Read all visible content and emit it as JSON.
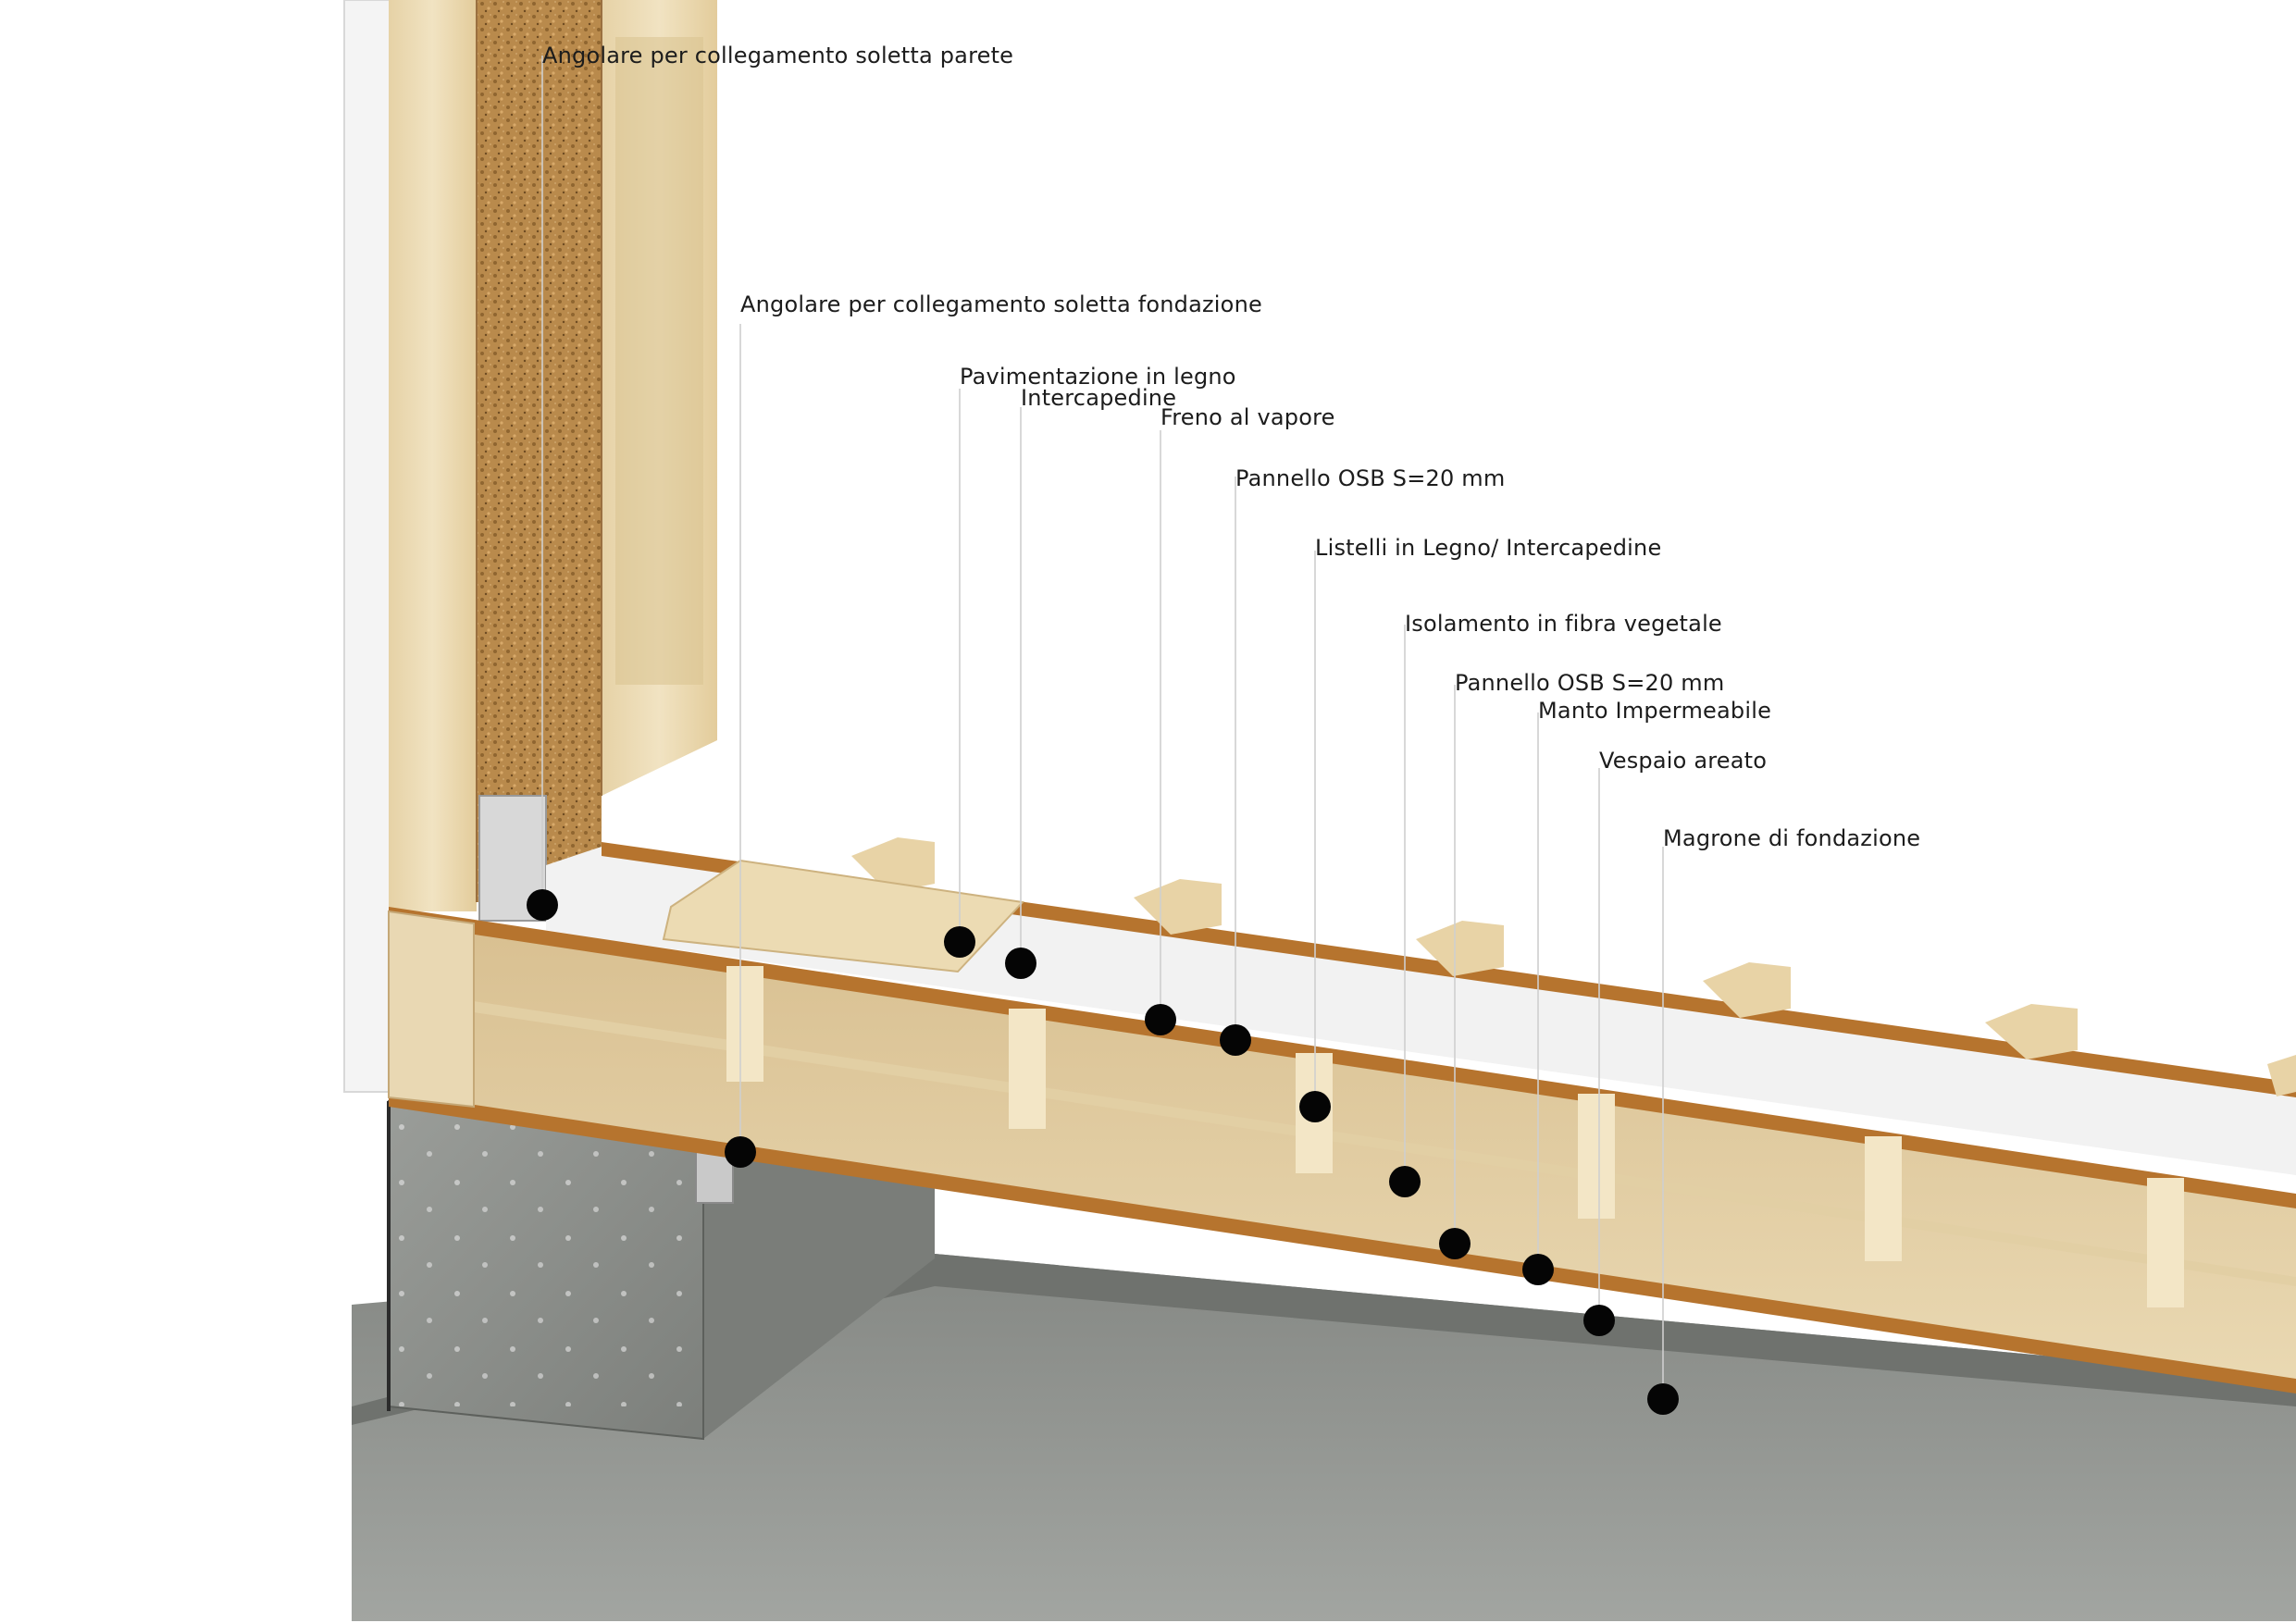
{
  "callouts": [
    {
      "id": "angolare-parete",
      "text": "Angolare per collegamento soletta parete"
    },
    {
      "id": "angolare-fondazione",
      "text": "Angolare per collegamento soletta fondazione"
    },
    {
      "id": "pavimentazione",
      "text": "Pavimentazione in legno"
    },
    {
      "id": "intercapedine",
      "text": "Intercapedine"
    },
    {
      "id": "freno-vapore",
      "text": "Freno al vapore"
    },
    {
      "id": "osb-1",
      "text": "Pannello OSB S=20 mm"
    },
    {
      "id": "listelli",
      "text": "Listelli in Legno/ Intercapedine"
    },
    {
      "id": "isolamento",
      "text": "Isolamento in fibra vegetale"
    },
    {
      "id": "osb-2",
      "text": "Pannello OSB S=20 mm"
    },
    {
      "id": "manto",
      "text": "Manto Impermeabile"
    },
    {
      "id": "vespaio",
      "text": "Vespaio areato"
    },
    {
      "id": "magrone",
      "text": "Magrone di fondazione"
    }
  ],
  "colors": {
    "timber": "#eddcb6",
    "timber_dark": "#d9c08e",
    "cork": "#b98a4c",
    "osb_edge": "#b6742e",
    "concrete": "#8e918d",
    "concrete_dark": "#6d706c",
    "membrane": "#efefef",
    "marker": "#050505"
  }
}
